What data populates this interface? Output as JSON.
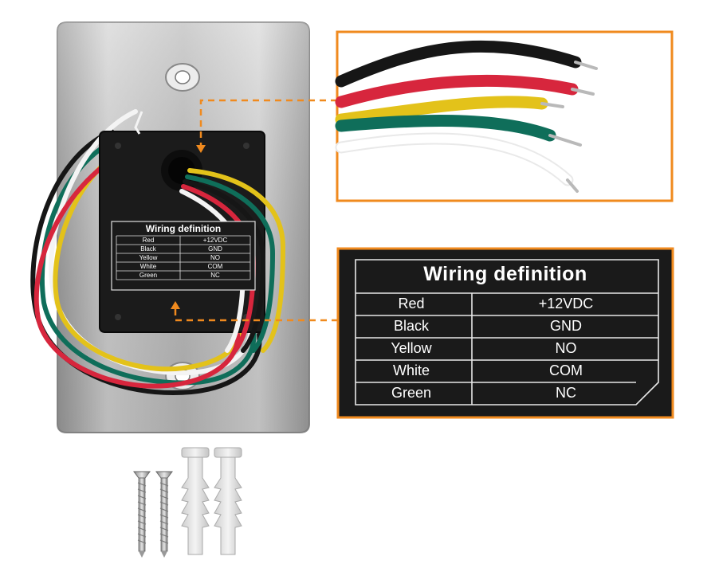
{
  "wiring": {
    "title": "Wiring definition",
    "rows": [
      {
        "wire": "Red",
        "signal": "+12VDC"
      },
      {
        "wire": "Black",
        "signal": "GND"
      },
      {
        "wire": "Yellow",
        "signal": "NO"
      },
      {
        "wire": "White",
        "signal": "COM"
      },
      {
        "wire": "Green",
        "signal": "NC"
      }
    ]
  },
  "colors": {
    "callout_border": "#f08a1e",
    "label_bg": "#1a1a1a",
    "plate": "#c9c9c9",
    "wire_red": "#d7263d",
    "wire_black": "#161616",
    "wire_yellow": "#e3c21a",
    "wire_green": "#0f6e5a",
    "wire_white": "#f4f4f4"
  }
}
